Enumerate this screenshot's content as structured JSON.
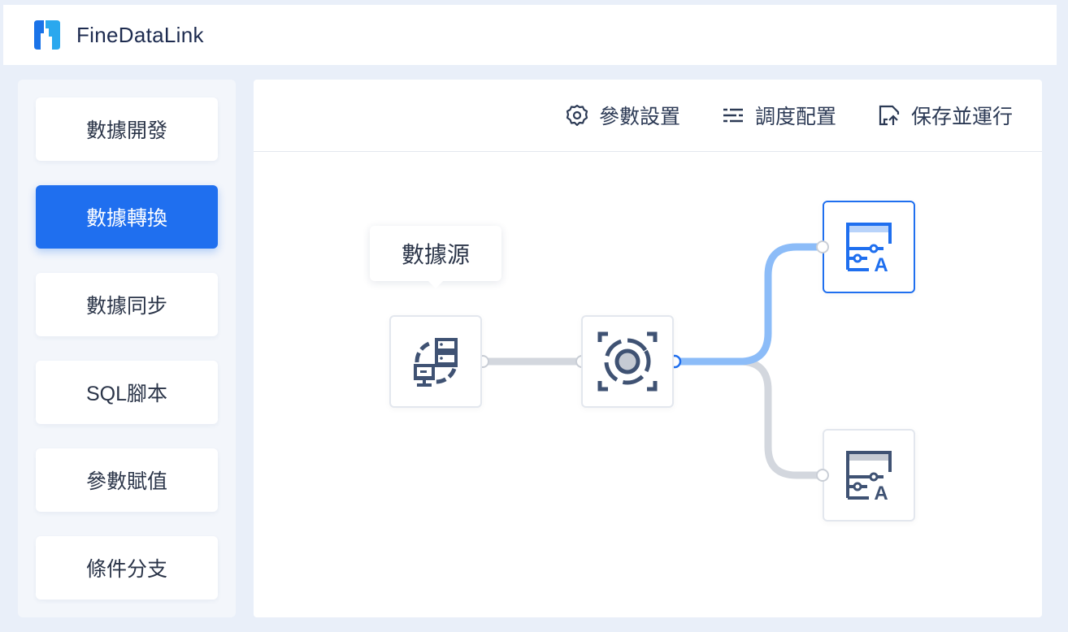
{
  "header": {
    "brand": "FineDataLink"
  },
  "sidebar": {
    "items": [
      {
        "label": "數據開發",
        "active": false
      },
      {
        "label": "數據轉換",
        "active": true
      },
      {
        "label": "數據同步",
        "active": false
      },
      {
        "label": "SQL腳本",
        "active": false
      },
      {
        "label": "參數賦值",
        "active": false
      },
      {
        "label": "條件分支",
        "active": false
      }
    ]
  },
  "toolbar": {
    "params": "參數設置",
    "schedule": "調度配置",
    "save_run": "保存並運行"
  },
  "canvas": {
    "tooltip": "數據源"
  },
  "colors": {
    "accent": "#1f6fef",
    "edge_active": "#8cbcf8",
    "edge": "#d3d7de",
    "icon": "#3f5273"
  }
}
